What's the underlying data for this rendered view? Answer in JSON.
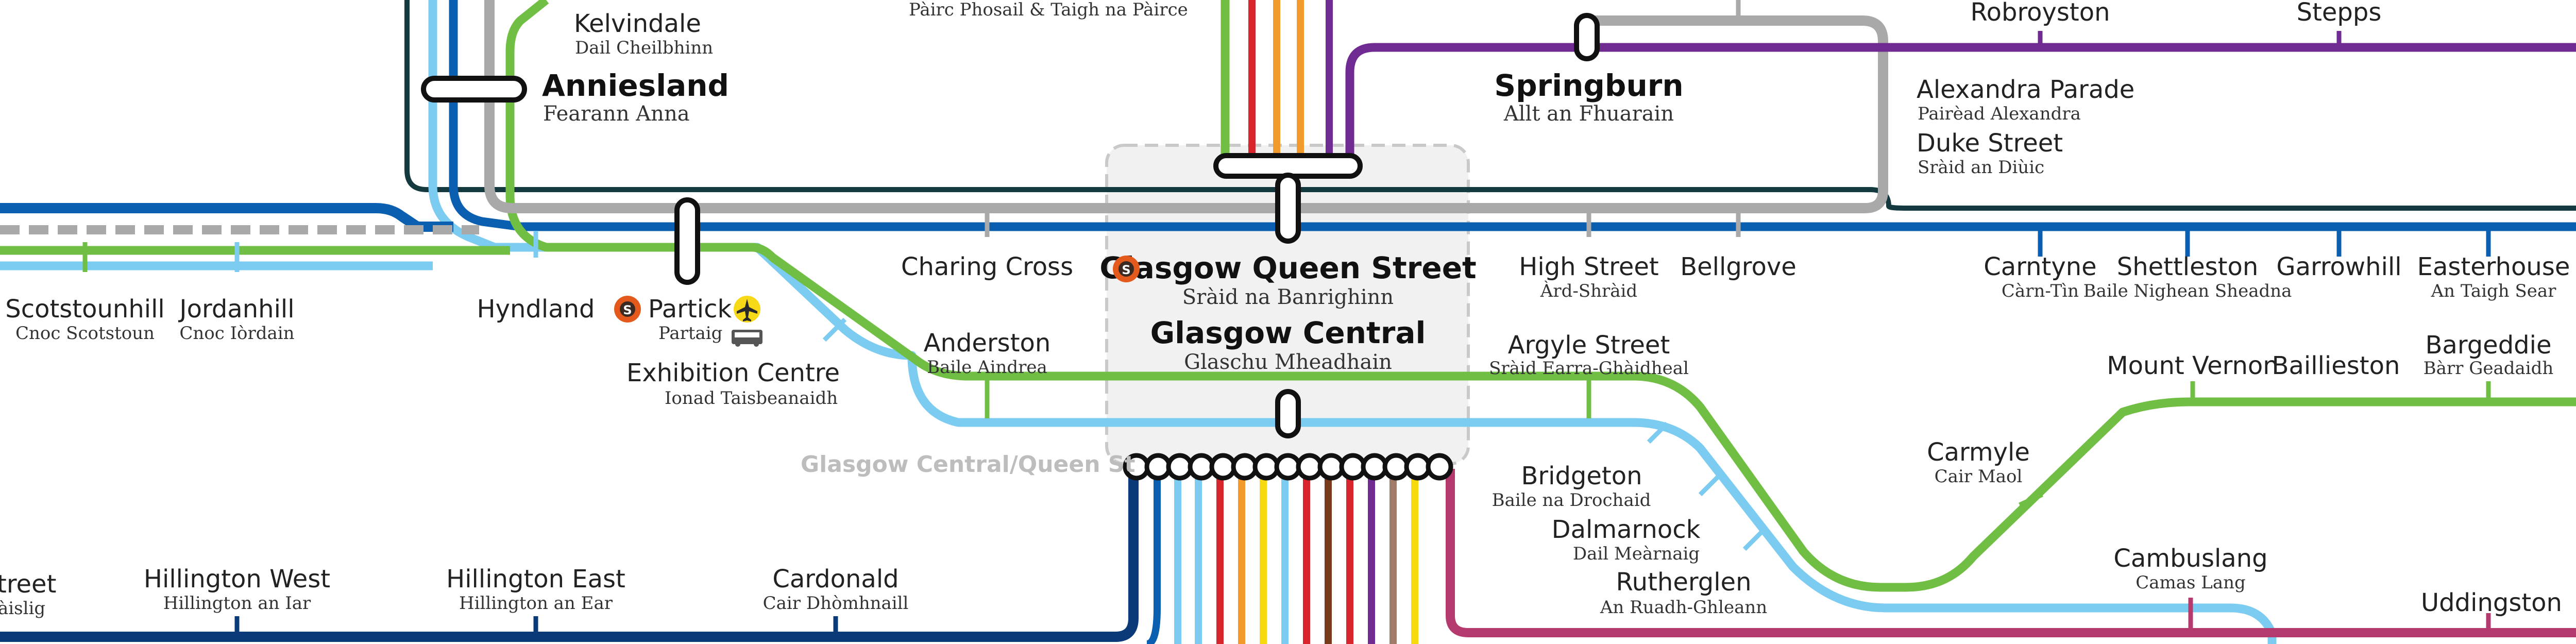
{
  "colors": {
    "navy": "#0a3a78",
    "deep_blue": "#0b5fb0",
    "light_blue": "#7cccf2",
    "green": "#70bf44",
    "grey": "#a9a9a9",
    "purple": "#6f2b91",
    "dark_teal": "#143a40",
    "magenta": "#b43a6e",
    "red": "#d9262d",
    "orange": "#f39a2c",
    "yellow": "#f6d90f",
    "brown": "#7a3b1c",
    "tan": "#a07b6a",
    "subway_orange": "#e35a1c",
    "airport_yellow": "#f7d918",
    "hub_fill": "#f1f1f1"
  },
  "icons": {
    "subway": "subway-roundel",
    "airport": "airplane",
    "bus": "bus"
  },
  "stations": {
    "kelvindale": {
      "name": "Kelvindale",
      "gaelic": "Dail Cheilbhinn"
    },
    "anniesland": {
      "name": "Anniesland",
      "gaelic": "Fearann Anna"
    },
    "parc_phosail": {
      "gaelic": "Pàirc Phosail & Taigh na Pàirce"
    },
    "springburn": {
      "name": "Springburn",
      "gaelic": "Allt an Fhuarain"
    },
    "robroyston": {
      "name": "Robroyston"
    },
    "stepps": {
      "name": "Stepps"
    },
    "alexandra_parade": {
      "name": "Alexandra Parade",
      "gaelic": "Pairèad Alexandra"
    },
    "duke_street": {
      "name": "Duke Street",
      "gaelic": "Sràid an Diùic"
    },
    "scotstounhill": {
      "name": "Scotstounhill",
      "gaelic": "Cnoc Scotstoun"
    },
    "jordanhill": {
      "name": "Jordanhill",
      "gaelic": "Cnoc Iòrdain"
    },
    "hyndland": {
      "name": "Hyndland"
    },
    "partick": {
      "name": "Partick",
      "gaelic": "Partaig"
    },
    "exhibition_centre": {
      "name": "Exhibition Centre",
      "gaelic": "Ionad Taisbeanaidh"
    },
    "charing_cross": {
      "name": "Charing Cross"
    },
    "anderston": {
      "name": "Anderston",
      "gaelic": "Baile Aindrea"
    },
    "glasgow_queen_street": {
      "name": "Glasgow Queen Street",
      "gaelic": "Sràid na Banrighinn"
    },
    "glasgow_central": {
      "name": "Glasgow Central",
      "gaelic": "Glaschu Mheadhain"
    },
    "high_street": {
      "name": "High Street",
      "gaelic": "Àrd-Shràid"
    },
    "bellgrove": {
      "name": "Bellgrove"
    },
    "argyle_street": {
      "name": "Argyle Street",
      "gaelic": "Sràid Earra-Ghàidheal"
    },
    "carntyne": {
      "name": "Carntyne",
      "gaelic": "Càrn-Tìn"
    },
    "shettleston": {
      "name": "Shettleston",
      "gaelic": "Baile Nighean Sheadna"
    },
    "garrowhill": {
      "name": "Garrowhill"
    },
    "easterhouse": {
      "name": "Easterhouse",
      "gaelic": "An Taigh Sear"
    },
    "mount_vernon": {
      "name": "Mount Vernon"
    },
    "baillieston": {
      "name": "Baillieston"
    },
    "bargeddie": {
      "name": "Bargeddie",
      "gaelic": "Bàrr Geadaidh"
    },
    "bridgeton": {
      "name": "Bridgeton",
      "gaelic": "Baile na Drochaid"
    },
    "dalmarnock": {
      "name": "Dalmarnock",
      "gaelic": "Dail Meàrnaig"
    },
    "rutherglen": {
      "name": "Rutherglen",
      "gaelic": "An Ruadh-Ghleann"
    },
    "carmyle": {
      "name": "Carmyle",
      "gaelic": "Cair Maol"
    },
    "cambuslang": {
      "name": "Cambuslang",
      "gaelic": "Camas Lang"
    },
    "uddingston": {
      "name": "Uddingston"
    },
    "cardonald": {
      "name": "Cardonald",
      "gaelic": "Cair Dhòmhnaill"
    },
    "hillington_east": {
      "name": "Hillington East",
      "gaelic": "Hillington an Ear"
    },
    "hillington_west": {
      "name": "Hillington West",
      "gaelic": "Hillington an Iar"
    },
    "cropped_left": {
      "name": "treet",
      "gaelic": "àislig"
    }
  },
  "zone_label": "Glasgow Central/Queen St"
}
